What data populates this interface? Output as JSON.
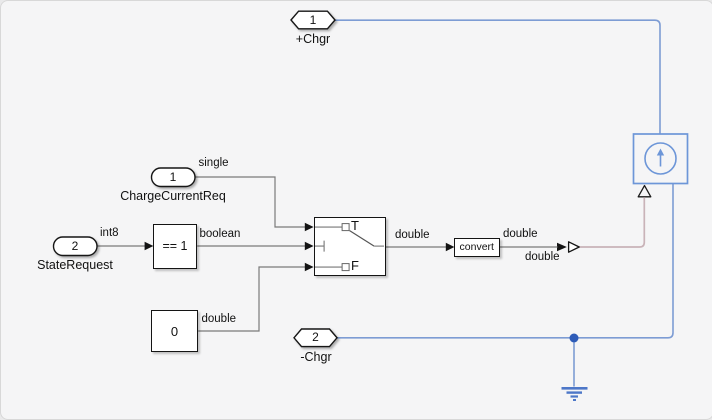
{
  "diagram": {
    "ports": {
      "plus_chgr": {
        "num": "1",
        "label": "+Chgr"
      },
      "minus_chgr": {
        "num": "2",
        "label": "-Chgr"
      },
      "charge_current_req": {
        "num": "1",
        "label": "ChargeCurrentReq",
        "type": "single"
      },
      "state_request": {
        "num": "2",
        "label": "StateRequest",
        "type": "int8"
      }
    },
    "blocks": {
      "compare": {
        "label": "== 1",
        "out_type": "boolean"
      },
      "constant": {
        "label": "0",
        "out_type": "double"
      },
      "switch": {
        "true_label": "T",
        "false_label": "F",
        "out_type": "double"
      },
      "convert": {
        "label": "convert",
        "out_type": "double",
        "ps_type": "double"
      }
    }
  },
  "colors": {
    "background": "#f5f5f6",
    "electrical": "#7d9cd4",
    "junction": "#2e5cb8",
    "ground": "#4d77c8",
    "physical": "#c9b3b8",
    "signal": "#7a7a7a",
    "block-border": "#141414",
    "source-border": "#6d96d8",
    "text": "#111111"
  }
}
